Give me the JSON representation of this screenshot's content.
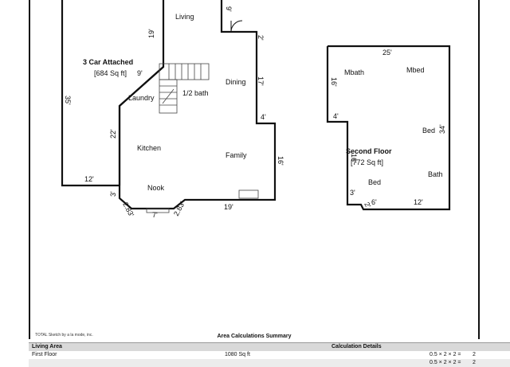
{
  "first_floor": {
    "garage_title": "3 Car Attached",
    "garage_area": "[684 Sq ft]",
    "rooms": {
      "living": "Living",
      "laundry": "Laundry",
      "half_bath": "1/2 bath",
      "dining": "Dining",
      "kitchen": "Kitchen",
      "family": "Family",
      "nook": "Nook"
    },
    "dims": {
      "d_9_top": "9'",
      "d_19": "19'",
      "d_2": "2'",
      "d_17": "17'",
      "d_4": "4'",
      "d_16": "16'",
      "d_19_bottom": "19'",
      "d_2_83_right": "2.83'",
      "d_7": "7'",
      "d_2_83_left": "2.83'",
      "d_3": "3'",
      "d_12": "12'",
      "d_22": "22'",
      "d_35": "35'",
      "d_9_garage": "9'"
    }
  },
  "second_floor": {
    "title": "Second Floor",
    "area": "[772 Sq ft]",
    "rooms": {
      "mbath": "Mbath",
      "mbed": "Mbed",
      "bed_right": "Bed",
      "bath": "Bath",
      "bed_left": "Bed"
    },
    "dims": {
      "d_25": "25'",
      "d_16": "16'",
      "d_4": "4'",
      "d_34": "34'",
      "d_16_lower": "16'",
      "d_3": "3'",
      "d_2": "2'",
      "d_6": "6'",
      "d_12": "12'"
    }
  },
  "footer": {
    "credit": "TOTAL Sketch by a la mode, inc.",
    "summary_title": "Area Calculations Summary",
    "col_living_area": "Living Area",
    "col_calc_details": "Calculation Details",
    "rows": [
      {
        "name": "First Floor",
        "area": "1080 Sq ft",
        "calc": "0.5 × 2 × 2 =",
        "value": "2"
      },
      {
        "name": "",
        "area": "",
        "calc": "0.5 × 2 × 2 =",
        "value": "2"
      }
    ]
  }
}
